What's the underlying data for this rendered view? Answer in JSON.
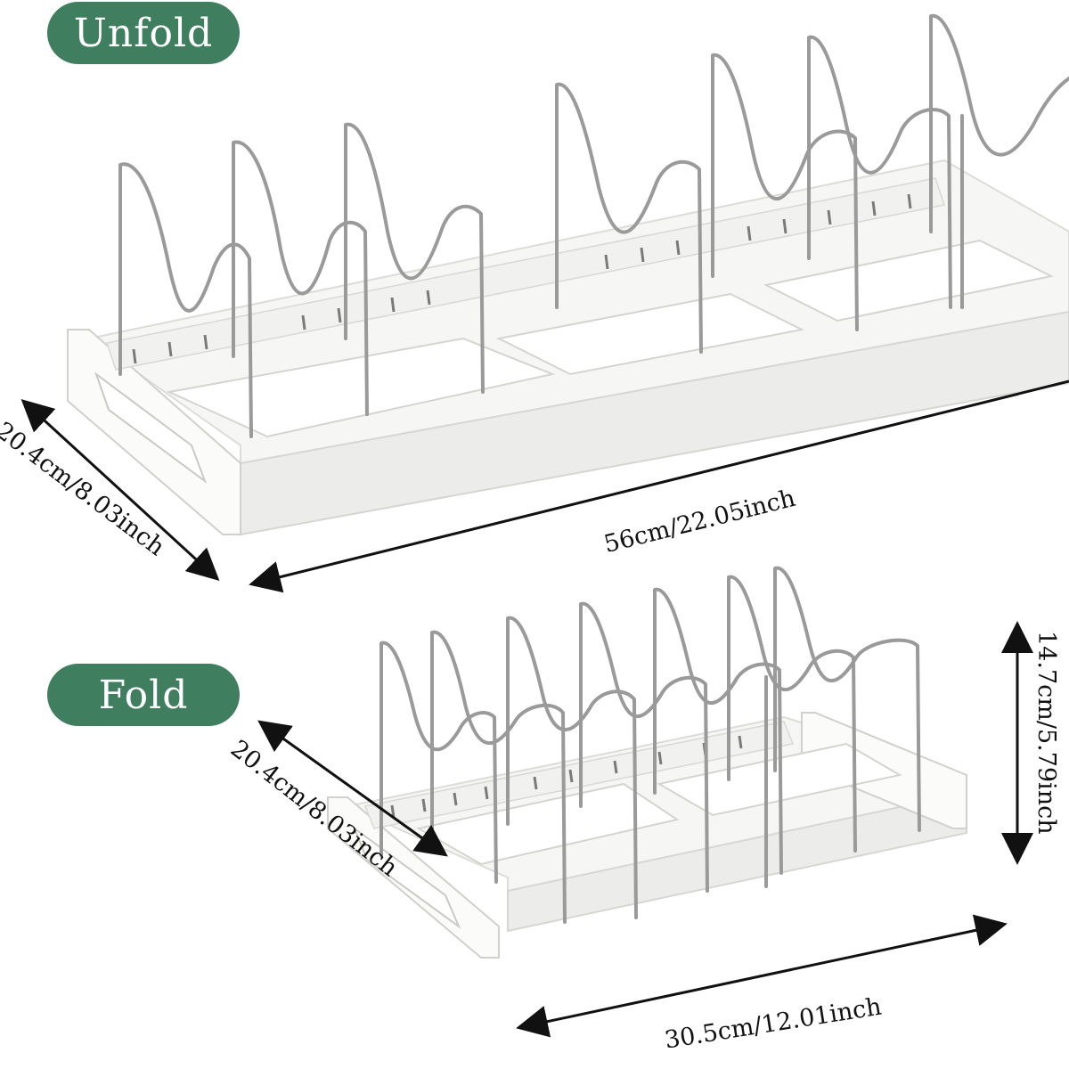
{
  "labels": {
    "unfold": "Unfold",
    "fold": "Fold"
  },
  "dimensions": {
    "unfold_width": "56cm/22.05inch",
    "unfold_depth": "20.4cm/8.03inch",
    "fold_width": "30.5cm/12.01inch",
    "fold_depth": "20.4cm/8.03inch",
    "fold_height": "14.7cm/5.79inch"
  },
  "colors": {
    "pill_green": "#3f7f5f",
    "tray_white": "#f6f6f4",
    "tray_shadow": "#d9d9d6",
    "wire_steel": "#9a9a9a",
    "arrow": "#111111"
  }
}
